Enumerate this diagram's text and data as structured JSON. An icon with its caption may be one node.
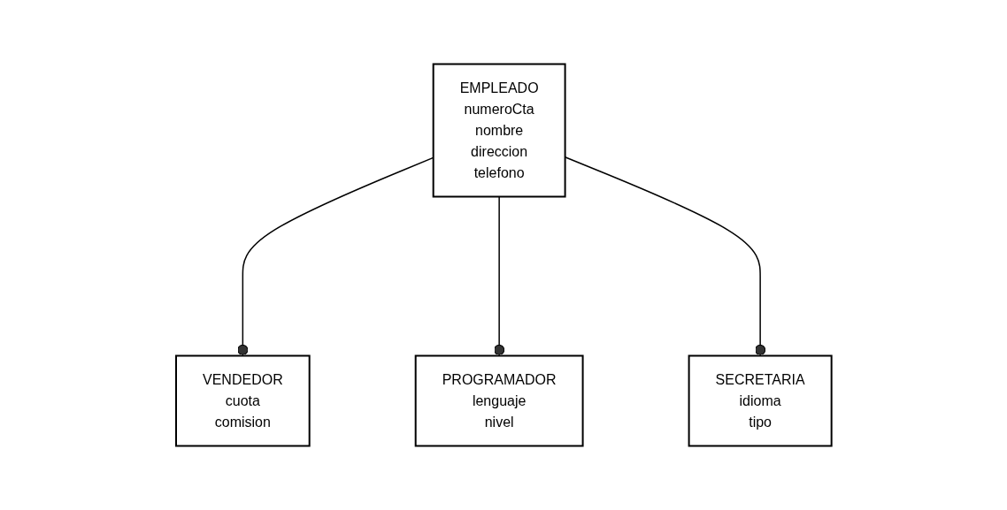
{
  "diagram": {
    "nodes": [
      {
        "text": [
          "EMPLEADO",
          "numeroCta",
          "nombre",
          "direccion",
          "telefono"
        ]
      },
      {
        "text": [
          "VENDEDOR",
          "cuota",
          "comision"
        ]
      },
      {
        "text": [
          "PROGRAMADOR",
          "lenguaje",
          "nivel"
        ]
      },
      {
        "text": [
          "SECRETARIA",
          "idioma",
          "tipo"
        ]
      }
    ],
    "edges": [
      {
        "from": 0,
        "to": 1,
        "arrow": "other"
      },
      {
        "from": 0,
        "to": 2,
        "arrow": "other"
      },
      {
        "from": 0,
        "to": 3,
        "arrow": "other"
      }
    ]
  }
}
